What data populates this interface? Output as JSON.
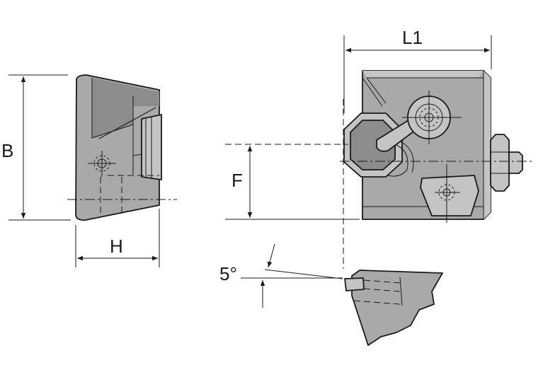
{
  "labels": {
    "B": "B",
    "H": "H",
    "F": "F",
    "L1": "L1",
    "angle": "5°"
  },
  "colors": {
    "body_fill": "#a9a9a9",
    "body_dark": "#8c8c8c",
    "body_light": "#c4c4c4",
    "line": "#1a1a1a"
  }
}
